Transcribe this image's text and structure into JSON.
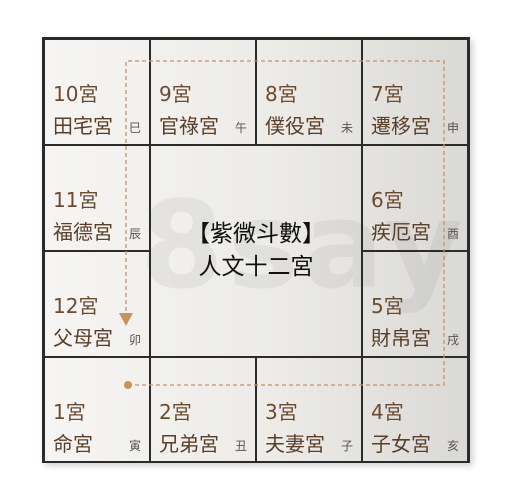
{
  "center": {
    "title": "【紫微斗數】",
    "subtitle": "人文十二宮"
  },
  "palaces": {
    "p10": {
      "number": "10宮",
      "name": "田宅宮",
      "branch": "巳"
    },
    "p9": {
      "number": "9宮",
      "name": "官祿宮",
      "branch": "午"
    },
    "p8": {
      "number": "8宮",
      "name": "僕役宮",
      "branch": "未"
    },
    "p7": {
      "number": "7宮",
      "name": "遷移宮",
      "branch": "申"
    },
    "p11": {
      "number": "11宮",
      "name": "福德宮",
      "branch": "辰"
    },
    "p6": {
      "number": "6宮",
      "name": "疾厄宮",
      "branch": "酉"
    },
    "p12": {
      "number": "12宮",
      "name": "父母宮",
      "branch": "卯"
    },
    "p5": {
      "number": "5宮",
      "name": "財帛宮",
      "branch": "戌"
    },
    "p1": {
      "number": "1宮",
      "name": "命宮",
      "branch": "寅"
    },
    "p2": {
      "number": "2宮",
      "name": "兄弟宮",
      "branch": "丑"
    },
    "p3": {
      "number": "3宮",
      "name": "夫妻宮",
      "branch": "子"
    },
    "p4": {
      "number": "4宮",
      "name": "子女宮",
      "branch": "亥"
    }
  },
  "watermark": "8say",
  "colors": {
    "palace_text": "#5a3e27",
    "path_line": "#c8935a",
    "border": "#2b2b2b"
  }
}
